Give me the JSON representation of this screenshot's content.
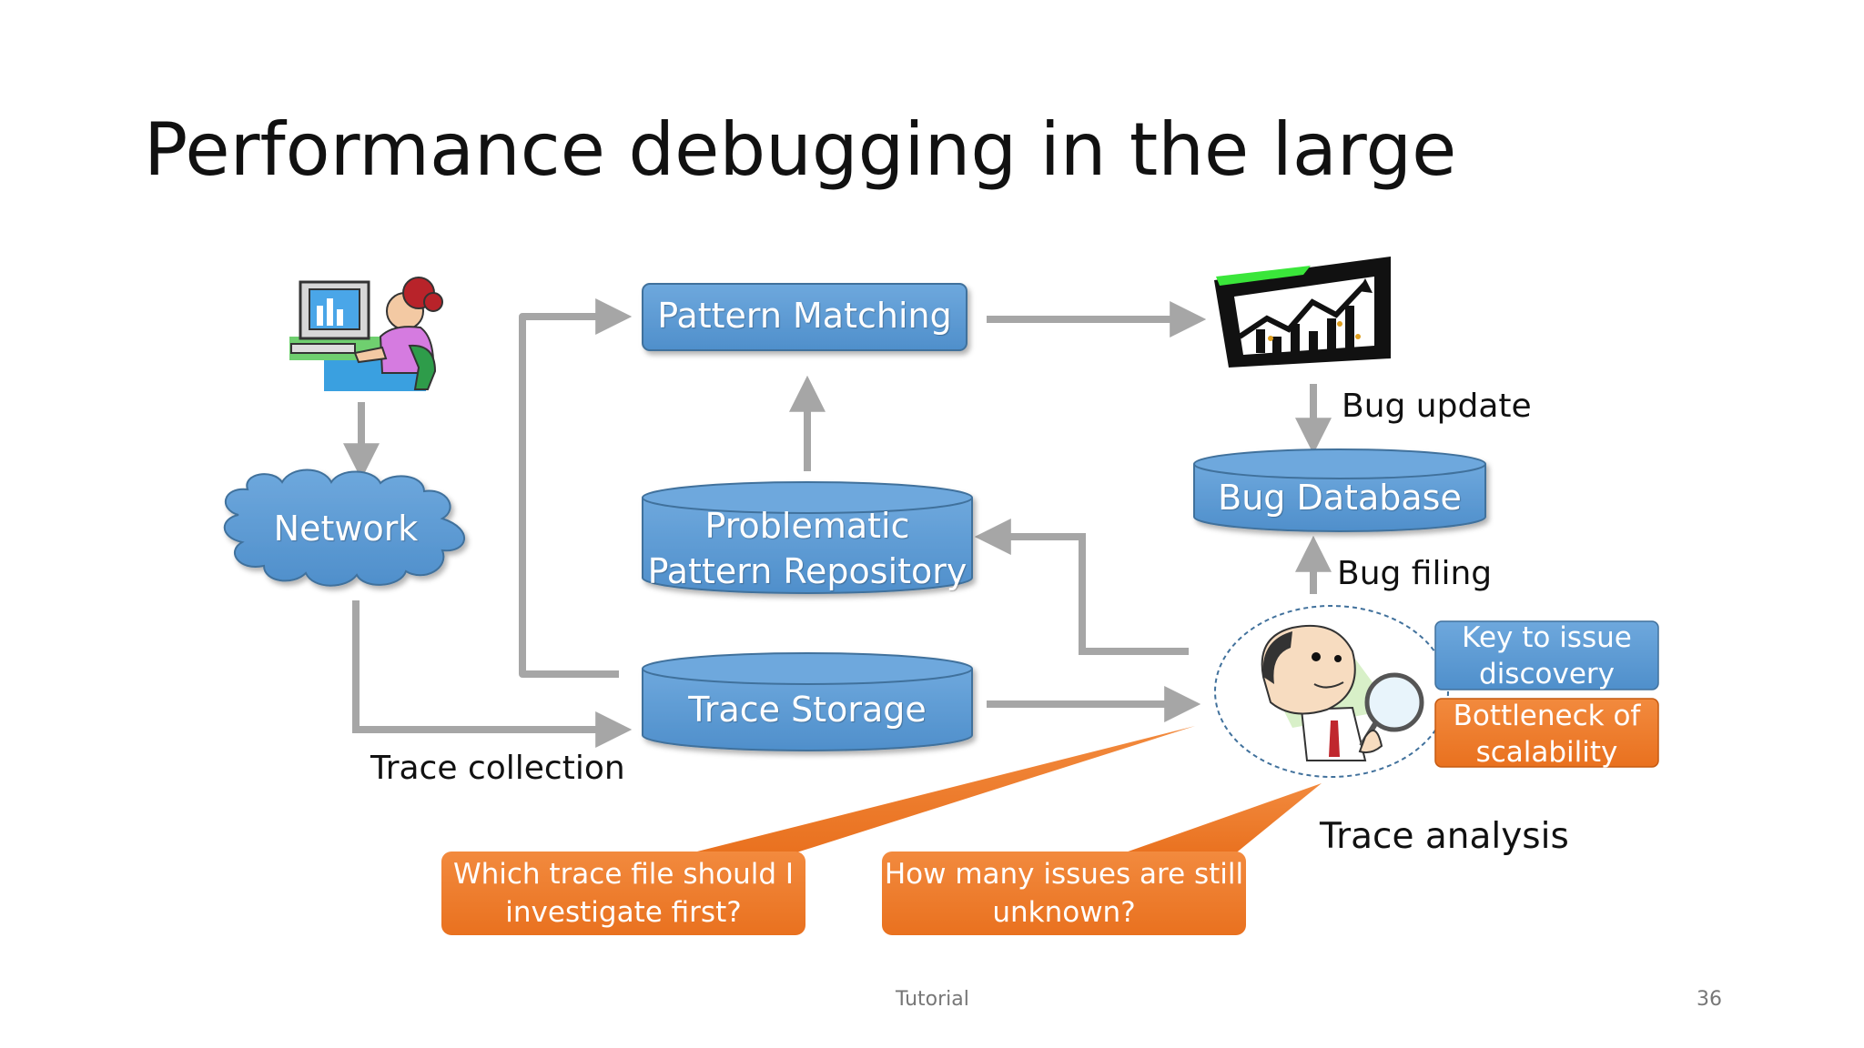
{
  "slide": {
    "title": "Performance debugging in the large",
    "footer": "Tutorial",
    "page_number": "36"
  },
  "nodes": {
    "pattern_matching": "Pattern Matching",
    "network": "Network",
    "repository_line1": "Problematic",
    "repository_line2": "Pattern Repository",
    "trace_storage": "Trace Storage",
    "bug_database": "Bug Database"
  },
  "labels": {
    "bug_update": "Bug update",
    "bug_filing": "Bug filing",
    "trace_collection": "Trace collection",
    "trace_analysis": "Trace analysis"
  },
  "tags": {
    "key_line1": "Key to issue",
    "key_line2": "discovery",
    "bottleneck_line1": "Bottleneck of",
    "bottleneck_line2": "scalability"
  },
  "callouts": {
    "which_line1": "Which trace file should I",
    "which_line2": "investigate first?",
    "how_line1": "How many issues are still",
    "how_line2": "unknown?"
  },
  "colors": {
    "blue": "#5b9bd5",
    "blue_dark": "#41719c",
    "orange": "#ed7d31",
    "arrow": "#a6a6a6"
  },
  "icons": {
    "user": "user-at-computer-icon",
    "chart": "stock-chart-icon",
    "analyst": "detective-magnifier-icon"
  }
}
